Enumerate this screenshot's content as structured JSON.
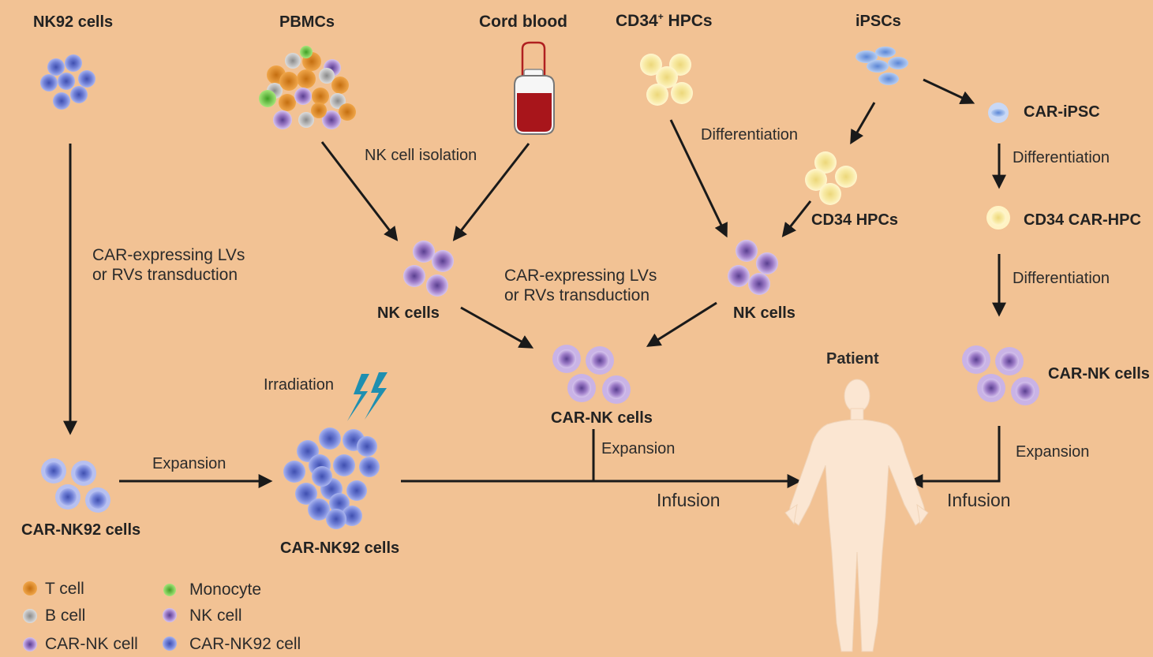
{
  "sources": {
    "nk92": "NK92 cells",
    "pbmc": "PBMCs",
    "cord_blood": "Cord blood",
    "cd34_prefix": "CD34",
    "cd34_sup": "+",
    "cd34_suffix": " HPCs",
    "ipsc": "iPSCs"
  },
  "labels": {
    "nk_isolation": "NK cell isolation",
    "differentiation_1": "Differentiation",
    "differentiation_2": "Differentiation",
    "differentiation_3": "Differentiation",
    "car_ipsc": "CAR-iPSC",
    "cd34_hpcs": "CD34 HPCs",
    "cd34_car_hpc": "CD34 CAR-HPC",
    "transduction_left_1": "CAR-expressing LVs",
    "transduction_left_2": "or RVs  transduction",
    "transduction_mid_1": "CAR-expressing LVs",
    "transduction_mid_2": "or RVs  transduction",
    "nk_cells_1": "NK cells",
    "nk_cells_2": "NK cells",
    "car_nk_cells_mid": "CAR-NK cells",
    "car_nk_cells_right": "CAR-NK cells",
    "car_nk92_cells_1": "CAR-NK92 cells",
    "car_nk92_cells_2": "CAR-NK92 cells",
    "irradiation": "Irradiation",
    "expansion_1": "Expansion",
    "expansion_2": "Expansion",
    "expansion_3": "Expansion",
    "infusion_1": "Infusion",
    "infusion_2": "Infusion",
    "patient": "Patient"
  },
  "legend": [
    {
      "label": "T cell",
      "color": "#e8952e"
    },
    {
      "label": "B cell",
      "color": "#b9b9b9"
    },
    {
      "label": "CAR-NK cell",
      "color": "#9d7cc8"
    },
    {
      "label": "Monocyte",
      "color": "#7ed04b"
    },
    {
      "label": "NK cell",
      "color": "#8b78d0"
    },
    {
      "label": "CAR-NK92 cell",
      "color": "#6f7fd6"
    }
  ],
  "colors": {
    "background": "#f2c294",
    "nk92_cell": "#6f7fd6",
    "nk_cell": "#9d7cc8",
    "hpc_cell": "#f7e79a",
    "ipsc_cell": "#8fb4e8",
    "lightning": "#1f8fb0",
    "patient": "#fbe6d2",
    "arrow": "#1a1a1a"
  },
  "icons": [
    "blood-bag-icon",
    "lightning-icon",
    "human-body-icon"
  ]
}
